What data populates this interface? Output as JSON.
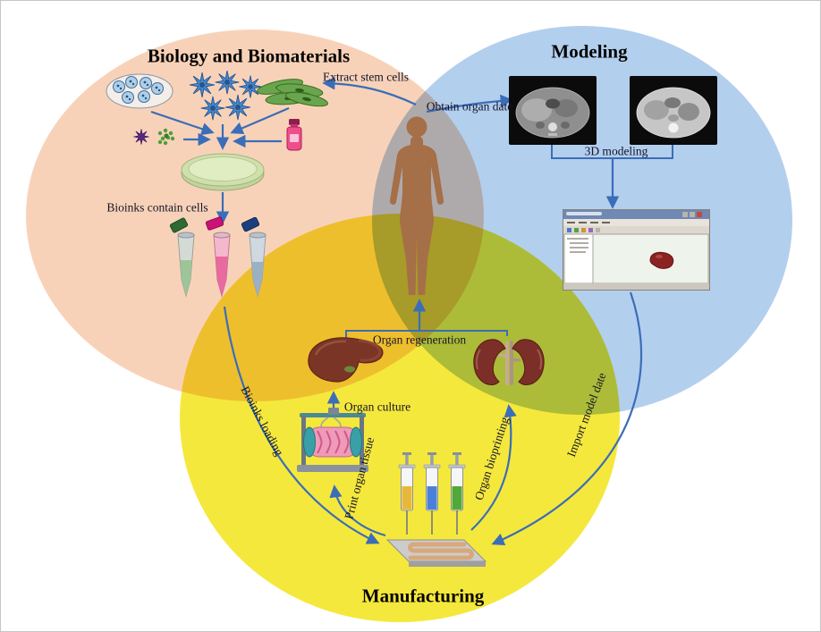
{
  "figure": {
    "regions": {
      "biology": {
        "title": "Biology and Biomaterials",
        "color": "#f8d2b8"
      },
      "modeling": {
        "title": "Modeling",
        "color": "#b3cfee"
      },
      "manufacturing": {
        "title": "Manufacturing",
        "color": "#f5e83c"
      }
    },
    "labels": {
      "extract_stem_cells": "Extract stem cells",
      "obtain_organ_date": "Obtain organ date",
      "three_d_modeling": "3D modeling",
      "bioinks_contain_cells": "Bioinks contain cells",
      "organ_regeneration": "Organ regeneration",
      "organ_culture": "Organ culture",
      "bioinks_loading": "Bioinks loading",
      "print_organ_tissue": "Print organ tissue",
      "organ_bioprinting": "Organ bioprinting",
      "import_model_date": "Import model date"
    },
    "colors": {
      "arrow": "#3b6db8",
      "human_silhouette": "#a56f48",
      "label_text": "#14142a",
      "title_text": "#050505"
    },
    "icons": [
      "cell-colony-icon",
      "stem-cells-icon",
      "muscle-cells-icon",
      "purple-molecule-icon",
      "green-molecule-icon",
      "reagent-bottle-icon",
      "petri-dish-icon",
      "bioink-tubes-icon",
      "human-body-icon",
      "ct-scan-left-icon",
      "ct-scan-right-icon",
      "cad-software-icon",
      "liver-icon",
      "kidneys-icon",
      "bioreactor-icon",
      "bioprinter-icon"
    ]
  }
}
